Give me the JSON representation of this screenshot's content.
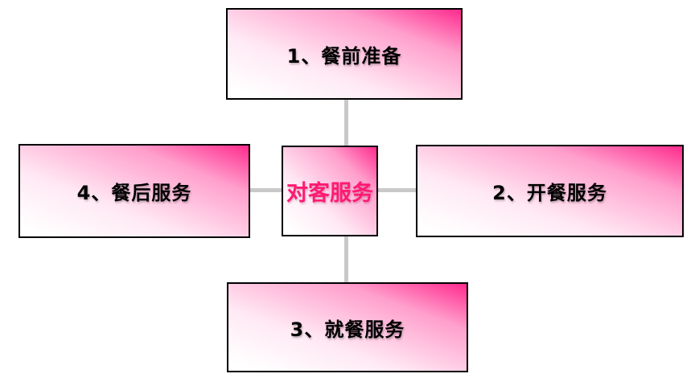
{
  "diagram": {
    "title": "guest-service-process-cycle",
    "center": {
      "label": "对客服务"
    },
    "nodes": [
      {
        "id": "top",
        "label": "1、餐前准备"
      },
      {
        "id": "right",
        "label": "2、开餐服务"
      },
      {
        "id": "bottom",
        "label": "3、就餐服务"
      },
      {
        "id": "left",
        "label": "4、餐后服务"
      }
    ],
    "colors": {
      "gradient_start": "#ffffff",
      "gradient_end": "#ff2f90",
      "border": "#000000",
      "connector": "#c9c9c9",
      "node_text": "#000000",
      "center_text": "#ff1a73"
    }
  }
}
